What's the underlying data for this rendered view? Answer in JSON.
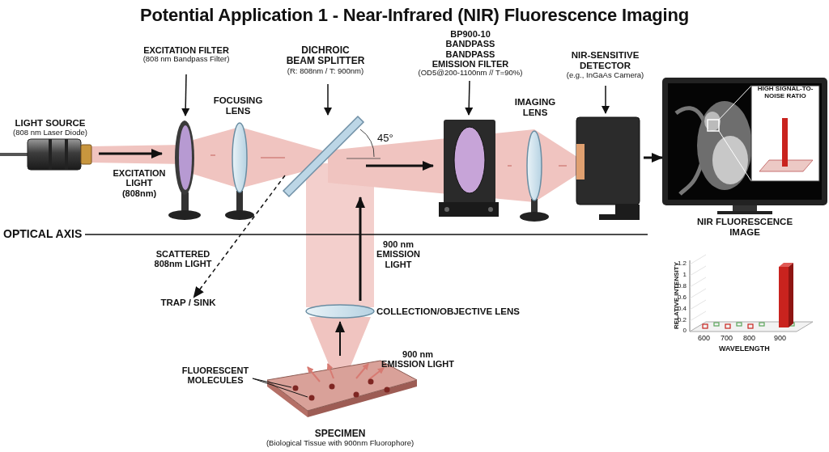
{
  "diagram": {
    "title": "Potential Application 1 - Near-Infrared (NIR) Fluorescence Imaging",
    "nodes": [
      {
        "text": [
          "LIGHT SOURCE",
          "(808 nm Laser Diode)"
        ]
      },
      {
        "text": [
          "EXCITATION FILTER",
          "(808 nm Bandpass Filter)"
        ]
      },
      {
        "text": [
          "FOCUSING LENS"
        ]
      },
      {
        "text": [
          "DICHROIC BEAM SPLITTER",
          "(R: 808nm / T: 900nm)"
        ]
      },
      {
        "text": [
          "BP900-10 BANDPASS BANDPASS EMISSION FILTER",
          "(OD5@200-1100nm // T=90%)"
        ]
      },
      {
        "text": [
          "IMAGING LENS"
        ]
      },
      {
        "text": [
          "NIR-SENSITIVE DETECTOR",
          "(e.g., InGaAs Camera)"
        ]
      },
      {
        "text": [
          "NIR FLUORESCENCE IMAGE"
        ]
      },
      {
        "text": [
          "HIGH SIGNAL-TO-NOISE RATIO"
        ],
        "in": 7
      },
      {
        "text": [
          "TRAP / SINK"
        ]
      },
      {
        "text": [
          "COLLECTION/OBJECTIVE LENS"
        ]
      },
      {
        "text": [
          "SPECIMEN",
          "(Biological Tissue with 900nm Fluorophore)"
        ]
      }
    ],
    "edges": [
      {
        "from": 0,
        "to": 1,
        "label": "EXCITATION LIGHT (808nm)",
        "arrow": "to"
      },
      {
        "from": 1,
        "to": 2,
        "arrow": "none"
      },
      {
        "from": 2,
        "to": 3,
        "arrow": "none"
      },
      {
        "from": 3,
        "to": 4,
        "arrow": "to"
      },
      {
        "from": 4,
        "to": 5,
        "arrow": "none"
      },
      {
        "from": 5,
        "to": 6,
        "arrow": "none"
      },
      {
        "from": 6,
        "to": 7,
        "arrow": "to"
      },
      {
        "from": 3,
        "to": 9,
        "label": "SCATTERED 808nm LIGHT",
        "arrow": "to"
      },
      {
        "from": 10,
        "to": 3,
        "label": "900 nm EMISSION LIGHT",
        "arrow": "to"
      },
      {
        "from": 11,
        "to": 10,
        "arrow": "to"
      }
    ],
    "labels": [
      "OPTICAL AXIS",
      "45°",
      "FLUORESCENT MOLECULES",
      "900 nm EMISSION LIGHT",
      "RELATIVE INTENSITY",
      "1.2",
      "1",
      "0.8",
      "0.6",
      "0.4",
      "0.2",
      "0",
      "600",
      "700",
      "800",
      "900",
      "WAVELENGTH"
    ]
  }
}
